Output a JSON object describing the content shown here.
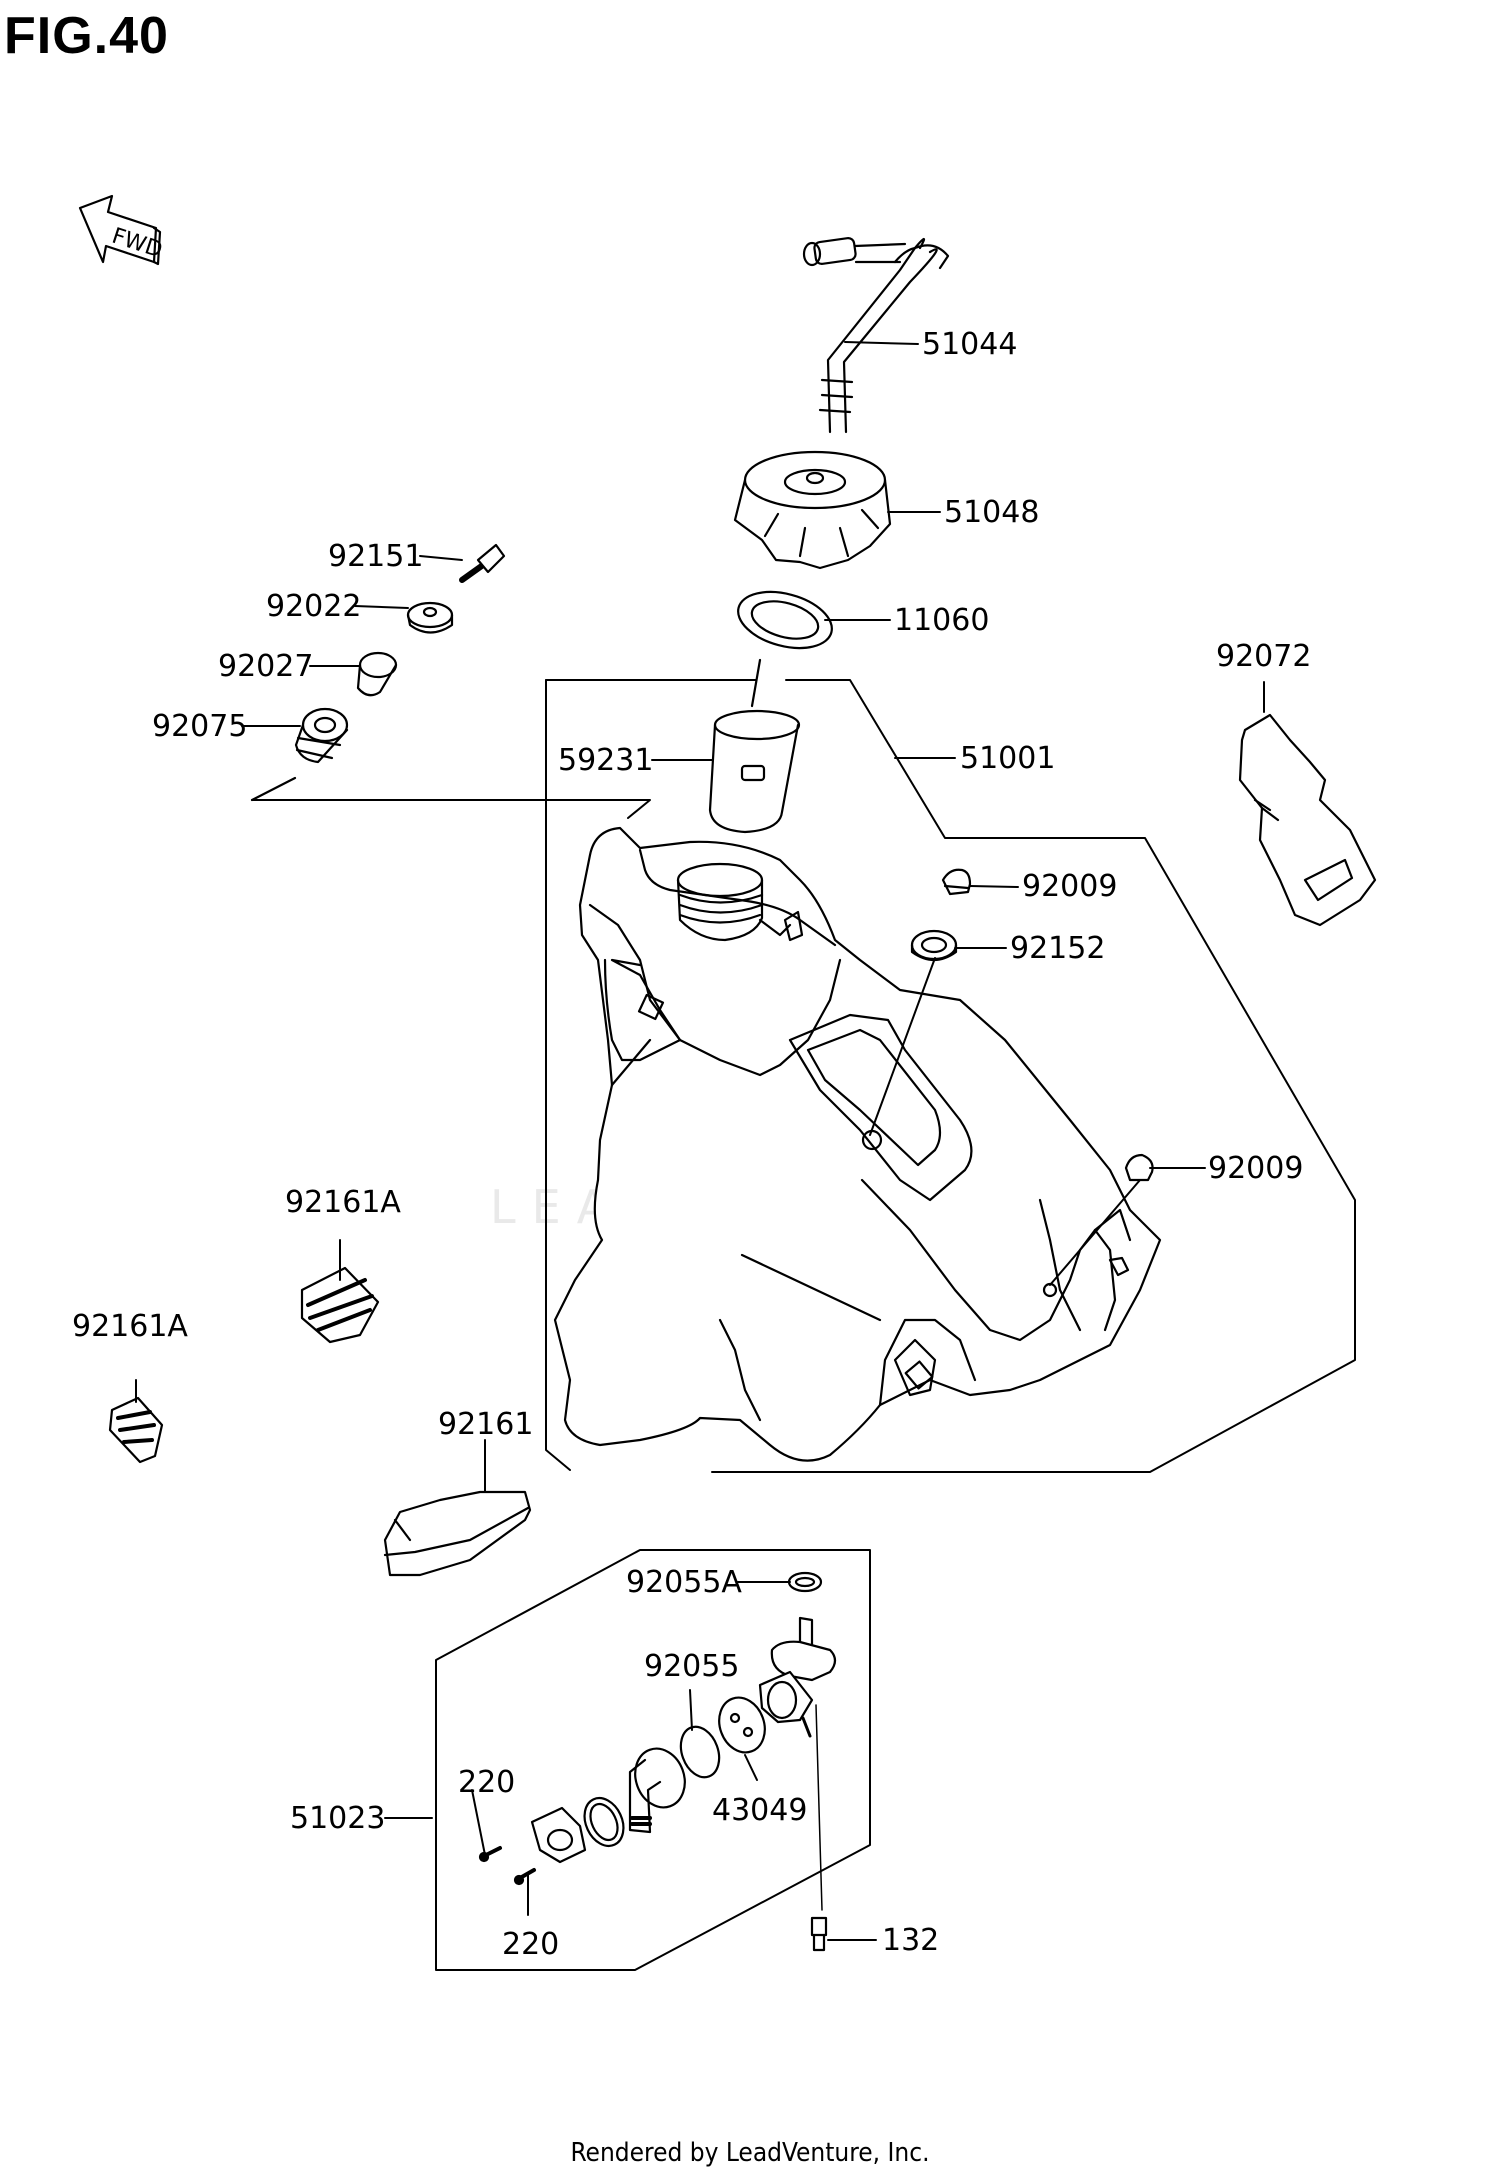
{
  "figure_title": "FIG.40",
  "footer_text": "Rendered by LeadVenture, Inc.",
  "watermark_text": "LEADVENTURE",
  "fwd_text": "FWD",
  "parts": [
    {
      "id": "51044",
      "label": "51044"
    },
    {
      "id": "51048",
      "label": "51048"
    },
    {
      "id": "11060",
      "label": "11060"
    },
    {
      "id": "92151",
      "label": "92151"
    },
    {
      "id": "92022",
      "label": "92022"
    },
    {
      "id": "92027",
      "label": "92027"
    },
    {
      "id": "92075",
      "label": "92075"
    },
    {
      "id": "59231",
      "label": "59231"
    },
    {
      "id": "51001",
      "label": "51001"
    },
    {
      "id": "92072",
      "label": "92072"
    },
    {
      "id": "92009-top",
      "label": "92009"
    },
    {
      "id": "92152",
      "label": "92152"
    },
    {
      "id": "92009-side",
      "label": "92009"
    },
    {
      "id": "92161A-upper",
      "label": "92161A"
    },
    {
      "id": "92161A-lower",
      "label": "92161A"
    },
    {
      "id": "92161",
      "label": "92161"
    },
    {
      "id": "92055A",
      "label": "92055A"
    },
    {
      "id": "92055",
      "label": "92055"
    },
    {
      "id": "220-upper",
      "label": "220"
    },
    {
      "id": "51023",
      "label": "51023"
    },
    {
      "id": "43049",
      "label": "43049"
    },
    {
      "id": "220-lower",
      "label": "220"
    },
    {
      "id": "132",
      "label": "132"
    }
  ]
}
